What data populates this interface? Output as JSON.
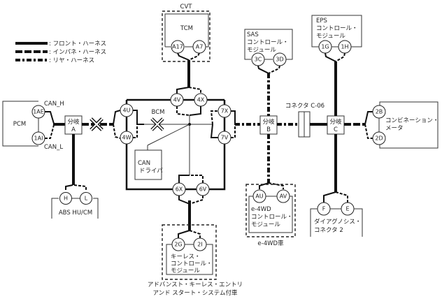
{
  "legend": {
    "front": ": フロント・ハーネス",
    "instrument_panel": ": インパネ・ハーネス",
    "rear": ": リヤ・ハーネス"
  },
  "modules": {
    "pcm": {
      "name": "PCM",
      "can_h_label": "CAN_H",
      "can_l_label": "CAN_L",
      "pin_h": "1AE",
      "pin_l": "1AI"
    },
    "abs": {
      "name": "ABS HU/CM",
      "pin_h": "H",
      "pin_l": "L"
    },
    "tcm": {
      "group": "CVT",
      "name": "TCM",
      "pin_h": "A17",
      "pin_l": "A7"
    },
    "bcm": {
      "name": "BCM",
      "pins": [
        "4U",
        "4W",
        "4V",
        "4X",
        "7X",
        "7V",
        "6X",
        "6V"
      ],
      "can_driver_line1": "CAN",
      "can_driver_line2": "ドライバ"
    },
    "keyless": {
      "line1": "キーレス・",
      "line2": "コントロール・",
      "line3": "モジュール",
      "pin_h": "2G",
      "pin_l": "2I",
      "note_line1": "アドバンスト・キーレス・エントリ",
      "note_line2": "アンド スタート・システム付車"
    },
    "sas": {
      "line1": "SAS",
      "line2": "コントロール・",
      "line3": "モジュール",
      "pin_h": "3C",
      "pin_l": "3D"
    },
    "e4wd": {
      "line1": "e-4WD",
      "line2": "コントロール・",
      "line3": "モジュール",
      "pin_h": "AU",
      "pin_l": "AV",
      "note": "e-4WD車"
    },
    "eps": {
      "line1": "EPS",
      "line2": "コントロール・",
      "line3": "モジュール",
      "pin_h": "1G",
      "pin_l": "1H"
    },
    "meter": {
      "line1": "コンビネーション・",
      "line2": "メータ",
      "pin_h": "2B",
      "pin_l": "2D"
    },
    "dlc": {
      "line1": "ダイアグノシス・",
      "line2": "コネクタ 2",
      "pin_h": "F",
      "pin_l": "E"
    }
  },
  "junctions": {
    "a": {
      "line1": "分岐",
      "line2": "A"
    },
    "b": {
      "line1": "分岐",
      "line2": "B"
    },
    "c": {
      "line1": "分岐",
      "line2": "C"
    }
  },
  "connector_c06": {
    "label": "コネクタ C-06"
  }
}
